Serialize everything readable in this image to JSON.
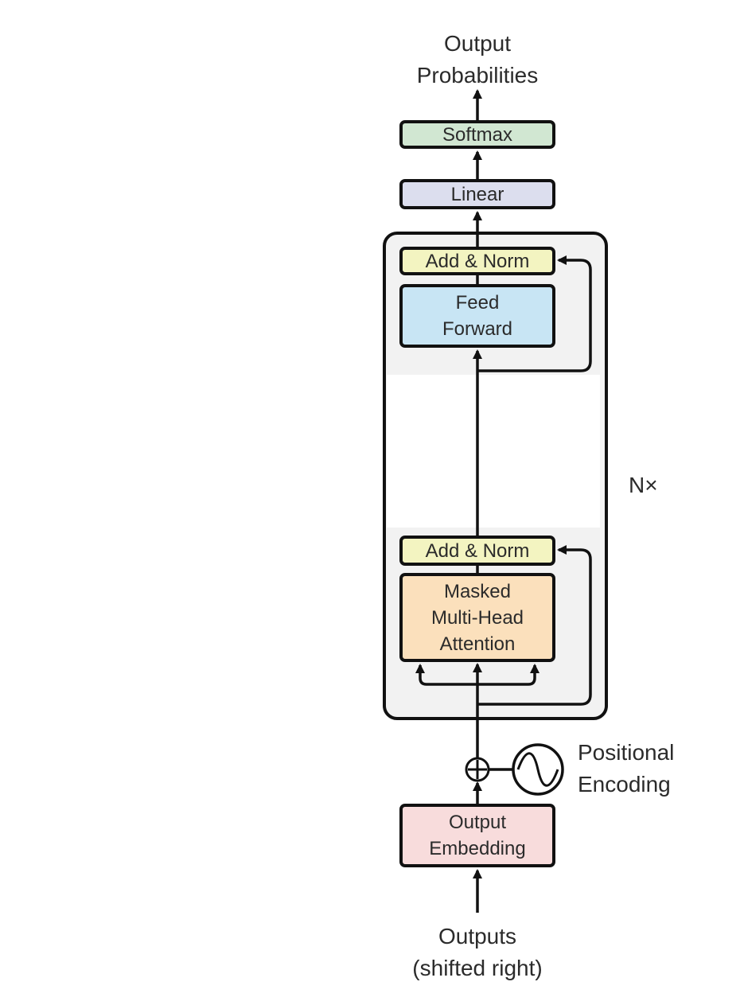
{
  "diagram": {
    "output_label": "Output\nProbabilities",
    "softmax": "Softmax",
    "linear": "Linear",
    "add_norm_top": "Add & Norm",
    "feed_forward": "Feed\nForward",
    "add_norm_bottom": "Add & Norm",
    "masked_attention": "Masked\nMulti-Head\nAttention",
    "positional_encoding": "Positional\nEncoding",
    "output_embedding": "Output\nEmbedding",
    "input_label": "Outputs\n(shifted right)",
    "repeat_label": "N×"
  },
  "colors": {
    "softmax": "#d1e7d2",
    "linear": "#dcdeee",
    "add_norm": "#f3f4c1",
    "feed_forward": "#c8e5f4",
    "attention": "#fbe0bc",
    "embedding": "#f8dcdc",
    "block_background": "#f2f2f2"
  }
}
